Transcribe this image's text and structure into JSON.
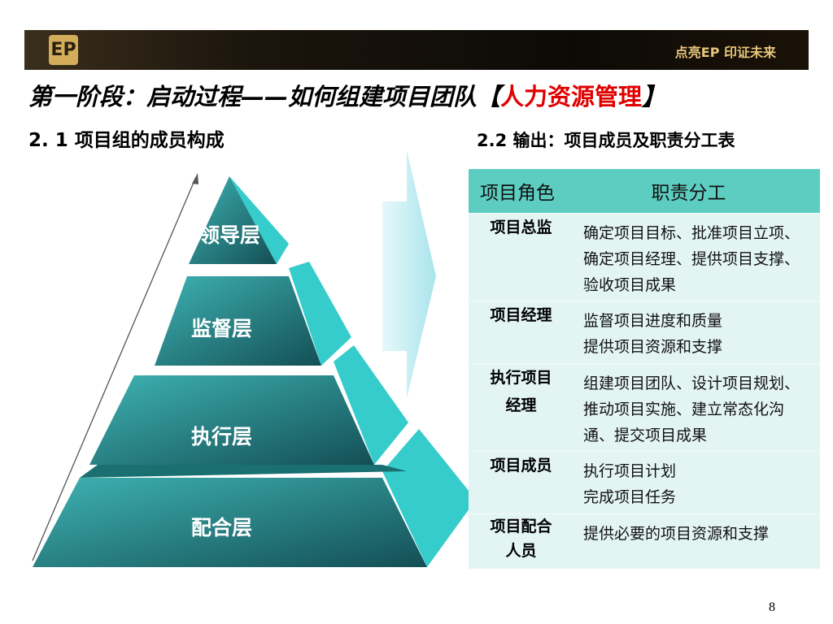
{
  "banner": {
    "logo": "EP",
    "slogan": "点亮EP 印证未来"
  },
  "title": {
    "main": "第一阶段：启动过程——如何组建项目团队【",
    "highlight": "人力资源管理",
    "end": "】",
    "highlight_color": "#e00000"
  },
  "section1": {
    "heading": "2. 1  项目组的成员构成",
    "layers": [
      "领导层",
      "监督层",
      "执行层",
      "配合层"
    ]
  },
  "section2": {
    "heading": "2.2  输出：项目成员及职责分工表",
    "table": {
      "headers": [
        "项目角色",
        "职责分工"
      ],
      "rows": [
        {
          "role": "项目总监",
          "duty": "确定项目目标、批准项目立项、确定项目经理、提供项目支撑、验收项目成果"
        },
        {
          "role": "项目经理",
          "duty": "监督项目进度和质量\n提供项目资源和支撑"
        },
        {
          "role": "执行项目经理",
          "duty": "组建项目团队、设计项目规划、推动项目实施、建立常态化沟通、提交项目成果"
        },
        {
          "role": "项目成员",
          "duty": "执行项目计划\n完成项目任务"
        },
        {
          "role": "项目配合人员",
          "duty": "提供必要的项目资源和支撑"
        }
      ]
    }
  },
  "colors": {
    "header": "#5ecdc1",
    "body": "#e3f5f3",
    "pyramid_front": "#1e8a8a",
    "pyramid_side": "#36cccc"
  },
  "page_number": "8"
}
